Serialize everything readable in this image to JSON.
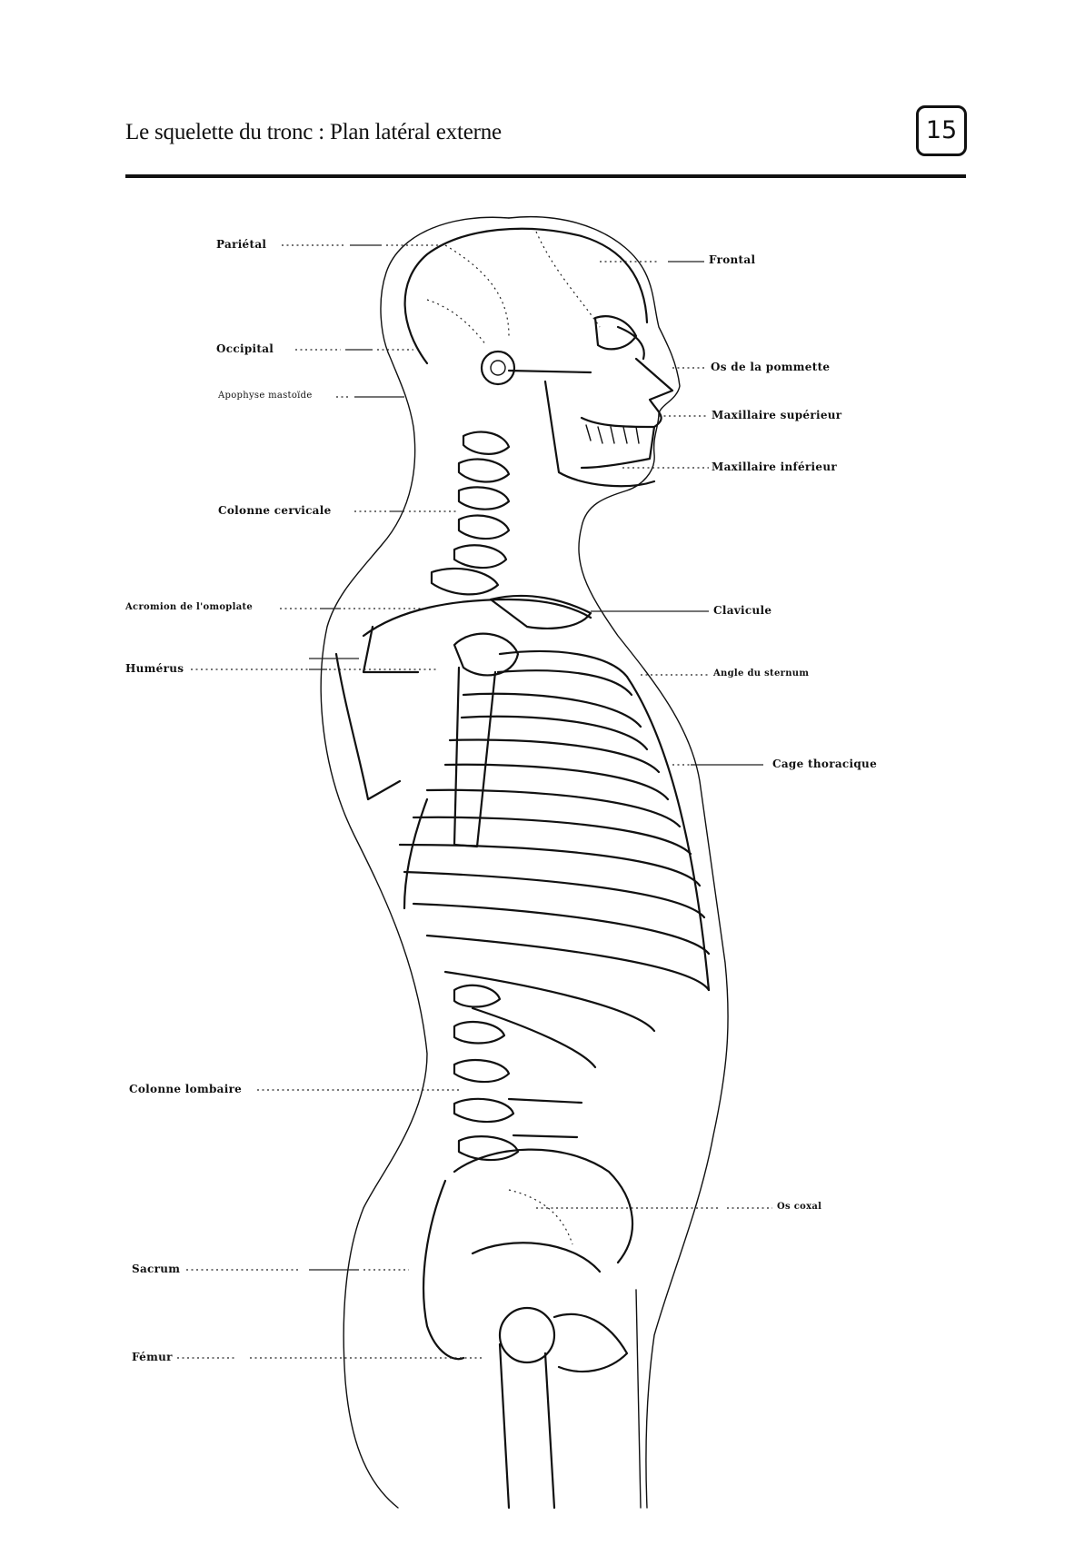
{
  "header": {
    "title": "Le squelette du tronc : Plan latéral externe",
    "page_number": "15"
  },
  "labels": {
    "parietal": "Pariétal",
    "occipital": "Occipital",
    "apophyse": "Apophyse mastoïde",
    "colonne_cervicale": "Colonne cervicale",
    "acromion": "Acromion de l'omoplate",
    "humerus": "Humérus",
    "colonne_lombaire": "Colonne lombaire",
    "sacrum": "Sacrum",
    "femur": "Fémur",
    "frontal": "Frontal",
    "pommette": "Os de la pommette",
    "max_sup": "Maxillaire supérieur",
    "max_inf": "Maxillaire inférieur",
    "clavicule": "Clavicule",
    "sternum": "Angle du sternum",
    "cage": "Cage thoracique",
    "coxal": "Os coxal"
  }
}
